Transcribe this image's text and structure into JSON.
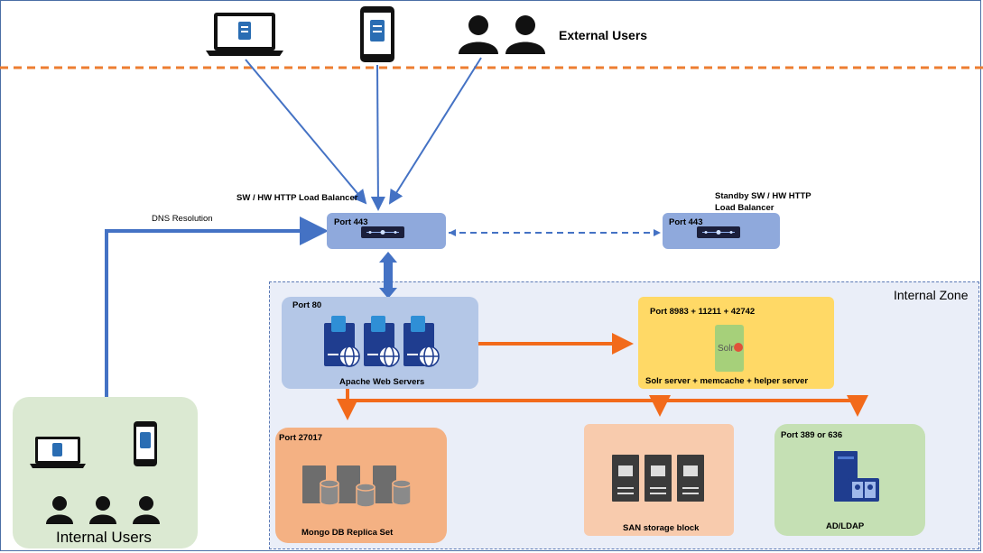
{
  "external_users_label": "External Users",
  "internal_users_label": "Internal Users",
  "internal_zone_label": "Internal Zone",
  "dns_label": "DNS Resolution",
  "lb_primary": {
    "title": "SW / HW HTTP Load Balancer",
    "port": "Port 443"
  },
  "lb_standby": {
    "title_line1": "Standby SW / HW HTTP",
    "title_line2": "Load Balancer",
    "port": "Port 443"
  },
  "web_servers": {
    "port": "Port 80",
    "label": "Apache Web Servers"
  },
  "solr": {
    "port": "Port 8983 + 11211 +  42742",
    "label": "Solr server + memcache + helper server",
    "logo_text": "Solr"
  },
  "mongo": {
    "port": "Port 27017",
    "label": "Mongo DB Replica Set"
  },
  "san": {
    "label": "SAN storage block"
  },
  "ldap": {
    "port": "Port 389 or 636",
    "label": "AD/LDAP"
  },
  "colors": {
    "blue": "#4472c4",
    "orange": "#f26a1b",
    "dashed_orange": "#ed7d31"
  }
}
